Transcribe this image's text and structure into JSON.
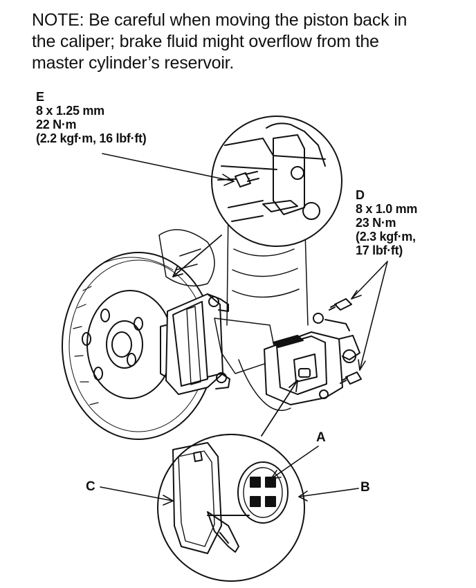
{
  "note": {
    "line1": "NOTE: Be careful when moving the piston back in",
    "line2": "the caliper; brake fluid might overflow from the",
    "line3": "master cylinder’s reservoir."
  },
  "bolt_e": {
    "letter": "E",
    "size": "8 x 1.25 mm",
    "torque": "22 N·m",
    "alt": "(2.2 kgf·m, 16 lbf·ft)"
  },
  "bolt_d": {
    "letter": "D",
    "size": "8 x 1.0 mm",
    "torque": "23 N·m",
    "alt1": "(2.3 kgf·m,",
    "alt2": "17 lbf·ft)"
  },
  "callouts": {
    "a": "A",
    "b": "B",
    "c": "C"
  }
}
